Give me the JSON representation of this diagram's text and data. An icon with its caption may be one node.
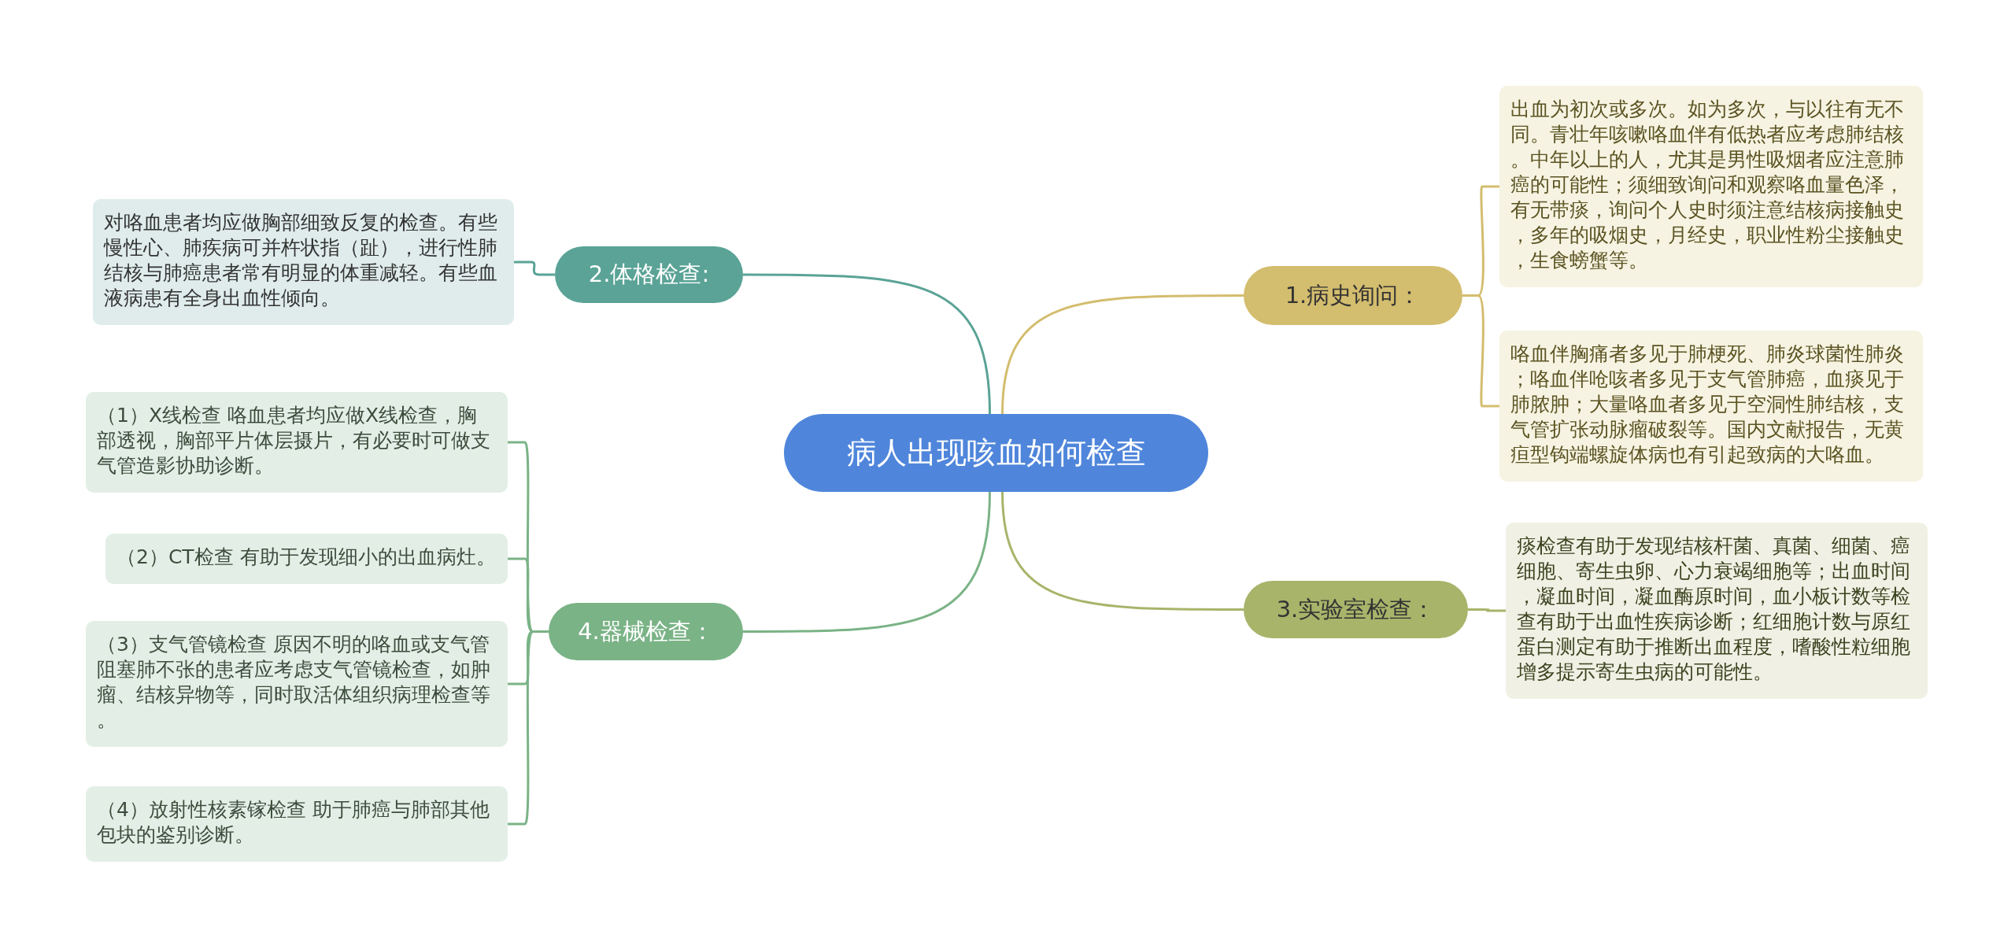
{
  "diagram": {
    "nodes": [
      {
        "text": [
          "病人出现咳血如何检查"
        ]
      },
      {
        "text": [
          "1.病史询问："
        ]
      },
      {
        "text": [
          "出血为初次或多次。如为多次，与以往有无不同。青壮年咳嗽咯血伴有低热者应考虑肺结核。中年以上的人，尤其是男性吸烟者应注意肺癌的可能性；须细致询问和观察咯血量色泽，有无带痰，询问个人史时须注意结核病接触史，多年的吸烟史，月经史，职业性粉尘接触史，生食螃蟹等。"
        ]
      },
      {
        "text": [
          "咯血伴胸痛者多见于肺梗死、肺炎球菌性肺炎；咯血伴呛咳者多见于支气管肺癌，血痰见于肺脓肿；大量咯血者多见于空洞性肺结核，支气管扩张动脉瘤破裂等。国内文献报告，无黄疸型钩端螺旋体病也有引起致病的大咯血。"
        ]
      },
      {
        "text": [
          "2.体格检查:"
        ]
      },
      {
        "text": [
          "对咯血患者均应做胸部细致反复的检查。有些慢性心、肺疾病可并杵状指（趾），进行性肺结核与肺癌患者常有明显的体重减轻。有些血液病患有全身出血性倾向。"
        ]
      },
      {
        "text": [
          "3.实验室检查："
        ]
      },
      {
        "text": [
          "痰检查有助于发现结核杆菌、真菌、细菌、癌细胞、寄生虫卵、心力衰竭细胞等；出血时间，凝血时间，凝血酶原时间，血小板计数等检查有助于出血性疾病诊断；红细胞计数与原红蛋白测定有助于推断出血程度，嗜酸性粒细胞增多提示寄生虫病的可能性。"
        ]
      },
      {
        "text": [
          "4.器械检查："
        ]
      },
      {
        "text": [
          "（1）X线检查 咯血患者均应做X线检查，胸部透视，胸部平片体层摄片，有必要时可做支气管造影协助诊断。"
        ]
      },
      {
        "text": [
          "（2）CT检查 有助于发现细小的出血病灶。"
        ]
      },
      {
        "text": [
          "（3）支气管镜检查 原因不明的咯血或支气管阻塞肺不张的患者应考虑支气管镜检查，如肿瘤、结核异物等，同时取活体组织病理检查等。"
        ]
      },
      {
        "text": [
          "（4）放射性核素镓检查 助于肺癌与肺部其他包块的鉴别诊断。"
        ]
      }
    ],
    "edges": [
      {
        "from": 0,
        "to": 1,
        "arrow": "none",
        "color": "#d3bd6e"
      },
      {
        "from": 1,
        "to": 2,
        "arrow": "none",
        "color": "#d3bd6e"
      },
      {
        "from": 1,
        "to": 3,
        "arrow": "none",
        "color": "#d3bd6e"
      },
      {
        "from": 0,
        "to": 4,
        "arrow": "none",
        "color": "#5aa396"
      },
      {
        "from": 4,
        "to": 5,
        "arrow": "none",
        "color": "#5aa396"
      },
      {
        "from": 0,
        "to": 6,
        "arrow": "none",
        "color": "#a8b46a"
      },
      {
        "from": 6,
        "to": 7,
        "arrow": "none",
        "color": "#a8b46a"
      },
      {
        "from": 0,
        "to": 8,
        "arrow": "none",
        "color": "#7ab386"
      },
      {
        "from": 8,
        "to": 9,
        "arrow": "none",
        "color": "#7ab386"
      },
      {
        "from": 8,
        "to": 10,
        "arrow": "none",
        "color": "#7ab386"
      },
      {
        "from": 8,
        "to": 11,
        "arrow": "none",
        "color": "#7ab386"
      },
      {
        "from": 8,
        "to": 12,
        "arrow": "none",
        "color": "#7ab386"
      }
    ]
  }
}
